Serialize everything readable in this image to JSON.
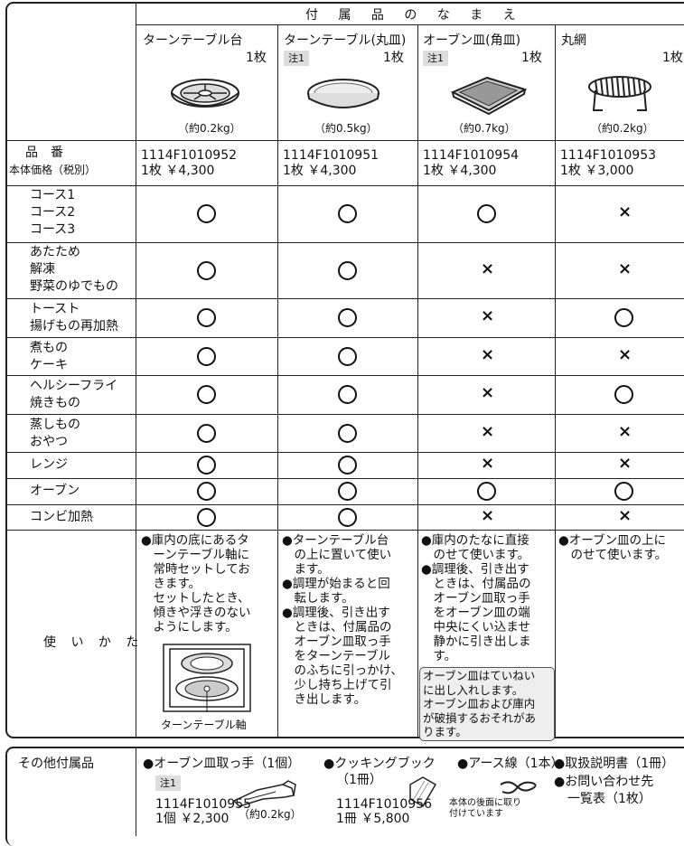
{
  "header": {
    "title": "付 属 品 の な ま え"
  },
  "row_labels": {
    "part_number": "品　番",
    "price": "本体価格（税別）",
    "usage": "使 い か た"
  },
  "accessories": [
    {
      "name": "ターンテーブル台",
      "qty": "1枚",
      "note": "",
      "weight": "（約0.2kg）",
      "part_number": "1114F1010952",
      "price": "1枚 ￥4,300"
    },
    {
      "name": "ターンテーブル(丸皿)",
      "qty": "1枚",
      "note": "注1",
      "weight": "（約0.5kg）",
      "part_number": "1114F1010951",
      "price": "1枚 ￥4,300"
    },
    {
      "name": "オーブン皿(角皿)",
      "qty": "1枚",
      "note": "注1",
      "weight": "（約0.7kg）",
      "part_number": "1114F1010954",
      "price": "1枚 ￥4,300"
    },
    {
      "name": "丸網",
      "qty": "1枚",
      "note": "",
      "weight": "（約0.2kg）",
      "part_number": "1114F1010953",
      "price": "1枚 ￥3,000"
    }
  ],
  "modes": [
    {
      "labels": [
        "コース1",
        "コース2",
        "コース3"
      ],
      "marks": [
        "○",
        "○",
        "○",
        "×"
      ]
    },
    {
      "labels": [
        "あたため",
        "解凍",
        "野菜のゆでもの"
      ],
      "marks": [
        "○",
        "○",
        "×",
        "×"
      ]
    },
    {
      "labels": [
        "トースト",
        "揚げもの再加熱"
      ],
      "marks": [
        "○",
        "○",
        "×",
        "○"
      ]
    },
    {
      "labels": [
        "煮もの",
        "ケーキ"
      ],
      "marks": [
        "○",
        "○",
        "×",
        "×"
      ]
    },
    {
      "labels": [
        "ヘルシーフライ",
        "焼きもの"
      ],
      "marks": [
        "○",
        "○",
        "×",
        "○"
      ]
    },
    {
      "labels": [
        "蒸しもの",
        "おやつ"
      ],
      "marks": [
        "○",
        "○",
        "×",
        "×"
      ]
    },
    {
      "labels": [
        "レンジ"
      ],
      "marks": [
        "○",
        "○",
        "×",
        "×"
      ]
    },
    {
      "labels": [
        "オーブン"
      ],
      "marks": [
        "○",
        "○",
        "○",
        "○"
      ]
    },
    {
      "labels": [
        "コンビ加熱"
      ],
      "marks": [
        "○",
        "○",
        "×",
        "×"
      ]
    }
  ],
  "usage": {
    "col1": [
      "●庫内の底にあるタ",
      "　ーンテーブル軸に",
      "　常時セットしてお",
      "　きます。",
      "　セットしたとき、",
      "　傾きや浮きのない",
      "　ようにします。"
    ],
    "col1_caption": "ターンテーブル軸",
    "col2": [
      "●ターンテーブル台",
      "　の上に置いて使い",
      "　ます。",
      "●調理が始まると回",
      "　転します。",
      "●調理後、引き出す",
      "　ときは、付属品の",
      "　オーブン皿取っ手",
      "　をターンテーブル",
      "　のふちに引っかけ、",
      "　少し持ち上げて引",
      "　き出します。"
    ],
    "col3": [
      "●庫内のたなに直接",
      "　のせて使います。",
      "●調理後、引き出す",
      "　ときは、付属品の",
      "　オーブン皿取っ手",
      "　をオーブン皿の端",
      "　中央にくい込ませ",
      "　静かに引き出しま",
      "　す。"
    ],
    "col3_callout": [
      "オーブン皿はていねい",
      "に出し入れします。",
      "オーブン皿および庫内",
      "が破損するおそれがあ",
      "ります。"
    ],
    "col4": [
      "●オーブン皿の上に",
      "　のせて使います。"
    ]
  },
  "other": {
    "label": "その他付属品",
    "handle": {
      "title": "●オーブン皿取っ手（1個）",
      "note": "注1",
      "part_number": "1114F1010955",
      "price": "1個 ￥2,300",
      "weight": "（約0.2kg）"
    },
    "cookbook": {
      "title": "●クッキングブック",
      "qty": "（1冊）",
      "part_number": "1114F1010956",
      "price": "1冊 ￥5,800"
    },
    "ground_wire": {
      "title": "●アース線（1本）",
      "caption_1": "本体の後面に取り",
      "caption_2": "付けています"
    },
    "manual": {
      "title": "●取扱説明書（1冊）",
      "contact": "●お問い合わせ先",
      "contact_2": "一覧表（1枚）"
    }
  }
}
